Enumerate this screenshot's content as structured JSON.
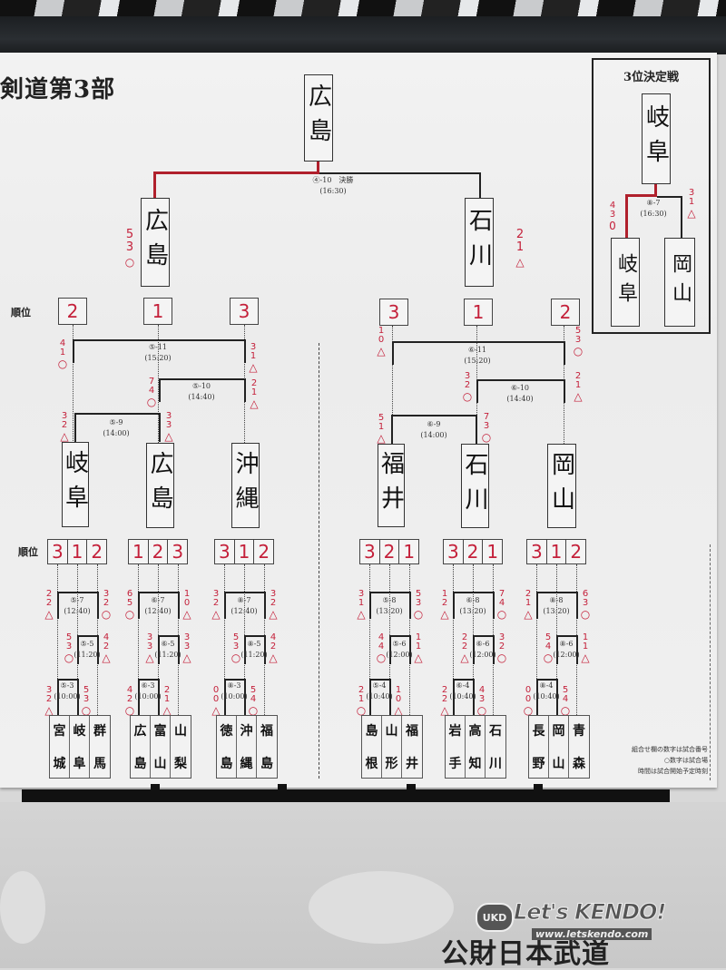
{
  "title": "剣道第3部",
  "final": {
    "winner": "広島",
    "match_no": "④-10　決勝",
    "time": "(16:30)",
    "left": {
      "name": "広島",
      "score_top": "5",
      "score_bottom": "3",
      "result": "○"
    },
    "right": {
      "name": "石川",
      "score_top": "2",
      "score_bottom": "1",
      "result": "△"
    }
  },
  "third_place": {
    "title": "3位決定戦",
    "winner": "岐阜",
    "match_no": "⑧-7",
    "time": "(16:30)",
    "left": {
      "name": "岐阜",
      "score_top": "4",
      "score_bottom": "3",
      "result": "0"
    },
    "right": {
      "name": "岡山",
      "score_top": "3",
      "score_bottom": "1",
      "result": "△"
    }
  },
  "rank_label": "順位",
  "upper_left": {
    "ranks": [
      "2",
      "1",
      "3"
    ],
    "teams": [
      "岐阜",
      "広島",
      "沖縄"
    ],
    "matches": [
      {
        "no": "⑤-11",
        "time": "(15:20)",
        "left_score": [
          "4",
          "1"
        ],
        "left_result": "○",
        "right_score": [
          "3",
          "1"
        ],
        "right_result": "△"
      },
      {
        "no": "⑤-10",
        "time": "(14:40)",
        "left_score": [
          "7",
          "4"
        ],
        "left_result": "○",
        "right_score": [
          "2",
          "1"
        ],
        "right_result": "△"
      },
      {
        "no": "⑤-9",
        "time": "(14:00)",
        "left_score": [
          "3",
          "2"
        ],
        "left_result": "△",
        "right_score": [
          "3",
          "3"
        ],
        "right_result": "△"
      }
    ]
  },
  "upper_right": {
    "ranks": [
      "3",
      "1",
      "2"
    ],
    "teams": [
      "福井",
      "石川",
      "岡山"
    ],
    "matches": [
      {
        "no": "⑥-11",
        "time": "(15:20)",
        "left_score": [
          "1",
          "0"
        ],
        "left_result": "△",
        "right_score": [
          "5",
          "3"
        ],
        "right_result": "○"
      },
      {
        "no": "⑥-10",
        "time": "(14:40)",
        "left_score": [
          "3",
          "2"
        ],
        "left_result": "○",
        "right_score": [
          "2",
          "1"
        ],
        "right_result": "△"
      },
      {
        "no": "⑥-9",
        "time": "(14:00)",
        "left_score": [
          "5",
          "1"
        ],
        "left_result": "△",
        "right_score": [
          "7",
          "3"
        ],
        "right_result": "○"
      }
    ]
  },
  "pools": [
    {
      "ranks": [
        "3",
        "1",
        "2"
      ],
      "prefs": [
        [
          "宮",
          "城"
        ],
        [
          "岐",
          "阜"
        ],
        [
          "群",
          "馬"
        ]
      ],
      "m7": {
        "no": "⑤-7",
        "time": "(12:40)",
        "l": [
          "2",
          "2"
        ],
        "lr": "△",
        "r": [
          "3",
          "2"
        ],
        "rr": "○"
      },
      "m5": {
        "no": "⑤-5",
        "time": "(11:20)",
        "l": [
          "5",
          "3"
        ],
        "lr": "○",
        "r": [
          "4",
          "2"
        ],
        "rr": "△"
      },
      "m3": {
        "no": "⑤-3",
        "time": "(10:00)",
        "l": [
          "3",
          "2"
        ],
        "lr": "△",
        "r": [
          "5",
          "3"
        ],
        "rr": "○"
      }
    },
    {
      "ranks": [
        "1",
        "2",
        "3"
      ],
      "prefs": [
        [
          "広",
          "島"
        ],
        [
          "富",
          "山"
        ],
        [
          "山",
          "梨"
        ]
      ],
      "m7": {
        "no": "⑥-7",
        "time": "(12:40)",
        "l": [
          "6",
          "5"
        ],
        "lr": "○",
        "r": [
          "1",
          "0"
        ],
        "rr": "△"
      },
      "m5": {
        "no": "⑥-5",
        "time": "(11:20)",
        "l": [
          "3",
          "3"
        ],
        "lr": "△",
        "r": [
          "3",
          "3"
        ],
        "rr": "△"
      },
      "m3": {
        "no": "⑥-3",
        "time": "(10:00)",
        "l": [
          "4",
          "2"
        ],
        "lr": "○",
        "r": [
          "2",
          "1"
        ],
        "rr": "△"
      }
    },
    {
      "ranks": [
        "3",
        "1",
        "2"
      ],
      "prefs": [
        [
          "徳",
          "島"
        ],
        [
          "沖",
          "縄"
        ],
        [
          "福",
          "島"
        ]
      ],
      "m7": {
        "no": "⑧-7",
        "time": "(12:40)",
        "l": [
          "3",
          "2"
        ],
        "lr": "△",
        "r": [
          "3",
          "2"
        ],
        "rr": "△"
      },
      "m5": {
        "no": "⑧-5",
        "time": "(11:20)",
        "l": [
          "5",
          "3"
        ],
        "lr": "○",
        "r": [
          "4",
          "2"
        ],
        "rr": "△"
      },
      "m3": {
        "no": "⑧-3",
        "time": "(10:00)",
        "l": [
          "0",
          "0"
        ],
        "lr": "△",
        "r": [
          "5",
          "4"
        ],
        "rr": "○"
      }
    },
    {
      "ranks": [
        "3",
        "2",
        "1"
      ],
      "prefs": [
        [
          "島",
          "根"
        ],
        [
          "山",
          "形"
        ],
        [
          "福",
          "井"
        ]
      ],
      "m7": {
        "no": "⑤-8",
        "time": "(13:20)",
        "l": [
          "3",
          "1"
        ],
        "lr": "△",
        "r": [
          "5",
          "3"
        ],
        "rr": "○"
      },
      "m5": {
        "no": "⑤-6",
        "time": "(12:00)",
        "l": [
          "4",
          "4"
        ],
        "lr": "○",
        "r": [
          "1",
          "1"
        ],
        "rr": "△"
      },
      "m3": {
        "no": "⑤-4",
        "time": "(10:40)",
        "l": [
          "2",
          "1"
        ],
        "lr": "○",
        "r": [
          "1",
          "0"
        ],
        "rr": "△"
      }
    },
    {
      "ranks": [
        "3",
        "2",
        "1"
      ],
      "prefs": [
        [
          "岩",
          "手"
        ],
        [
          "高",
          "知"
        ],
        [
          "石",
          "川"
        ]
      ],
      "m7": {
        "no": "⑥-8",
        "time": "(13:20)",
        "l": [
          "1",
          "2"
        ],
        "lr": "△",
        "r": [
          "7",
          "4"
        ],
        "rr": "○"
      },
      "m5": {
        "no": "⑥-6",
        "time": "(12:00)",
        "l": [
          "2",
          "2"
        ],
        "lr": "△",
        "r": [
          "3",
          "2"
        ],
        "rr": "○"
      },
      "m3": {
        "no": "⑥-4",
        "time": "(10:40)",
        "l": [
          "2",
          "2"
        ],
        "lr": "△",
        "r": [
          "4",
          "3"
        ],
        "rr": "○"
      }
    },
    {
      "ranks": [
        "3",
        "1",
        "2"
      ],
      "prefs": [
        [
          "長",
          "野"
        ],
        [
          "岡",
          "山"
        ],
        [
          "青",
          "森"
        ]
      ],
      "m7": {
        "no": "⑧-8",
        "time": "(13:20)",
        "l": [
          "2",
          "1"
        ],
        "lr": "△",
        "r": [
          "6",
          "3"
        ],
        "rr": "○"
      },
      "m5": {
        "no": "⑧-6",
        "time": "(12:00)",
        "l": [
          "5",
          "4"
        ],
        "lr": "○",
        "r": [
          "1",
          "1"
        ],
        "rr": "△"
      },
      "m3": {
        "no": "⑧-4",
        "time": "(10:40)",
        "l": [
          "0",
          "0"
        ],
        "lr": "○",
        "r": [
          "5",
          "4"
        ],
        "rr": "○"
      }
    }
  ],
  "notes": [
    "組合せ欄の数字は試合番号",
    "○数字は試合場",
    "時間は試合開始予定時刻"
  ],
  "watermark": {
    "badge": "UKD",
    "main": "Let's KENDO!",
    "url": "www.letskendo.com"
  },
  "bottom_partial_text": "公財日本武道"
}
